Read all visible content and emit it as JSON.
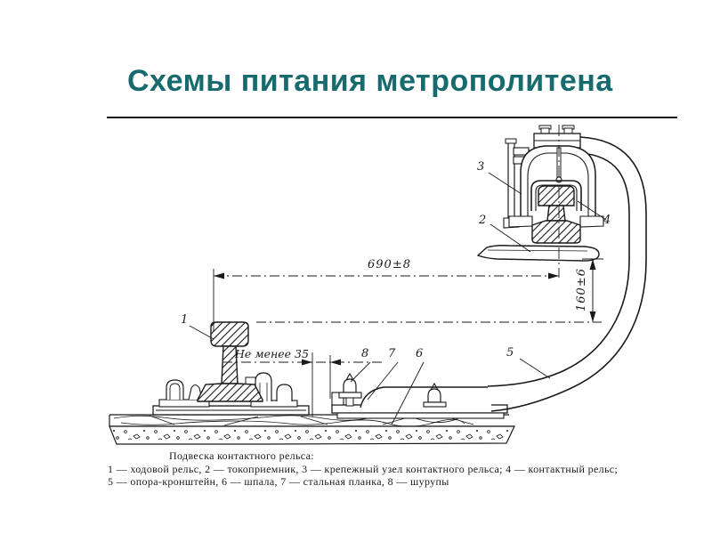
{
  "slide": {
    "title": "Схемы питания метрополитена",
    "title_color": "#176a6e",
    "ink_color": "#1a1a1a"
  },
  "figure": {
    "caption_title": "Подвеска контактного рельса:",
    "legend_line1": "1 — ходовой рельс, 2 — токоприемник, 3 — крепежный узел контактного рельса; 4 — контактный рельс;",
    "legend_line2": "5 — опора-кронштейн, 6 — шпала, 7 — стальная планка, 8 — шурупы",
    "dimensions": {
      "horizontal": "690±8",
      "vertical": "160±6",
      "clearance": "Не менее 35"
    },
    "part_labels": [
      "1",
      "2",
      "3",
      "4",
      "5",
      "6",
      "7",
      "8"
    ]
  }
}
